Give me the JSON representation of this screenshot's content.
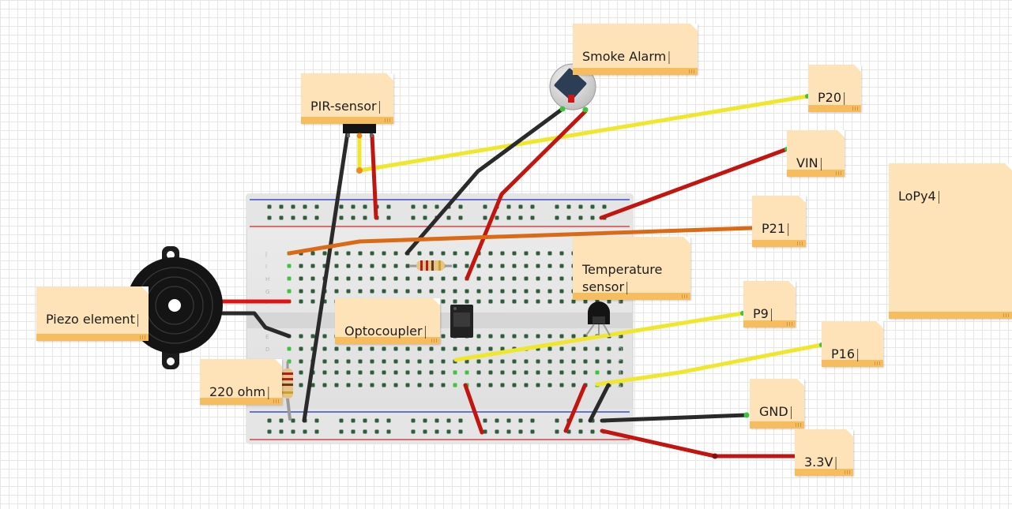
{
  "canvas": {
    "background": "#ffffff",
    "grid_color": "#e6e6e6"
  },
  "notes": {
    "smoke_alarm": "Smoke Alarm",
    "pir_sensor": "PIR-sensor",
    "p20": "P20",
    "vin": "VIN",
    "lopy4": "LoPy4",
    "p21": "P21",
    "temperature_sensor": "Temperature\nsensor",
    "piezo_element": "Piezo element",
    "optocoupler": "Optocoupler",
    "p9": "P9",
    "p16": "P16",
    "ohm_220": "220 ohm",
    "gnd": "GND",
    "v33": "3.3V"
  },
  "colors": {
    "note_fill": "#fde3b7",
    "note_band": "#f7bc5d",
    "wire_red": "#c3150f",
    "wire_black": "#2a2a2a",
    "wire_yellow": "#f0e62a",
    "wire_orange": "#dc6a14",
    "breadboard": "#e7e7e7",
    "rail_blue": "#3c4ec8",
    "rail_red": "#d24a4a",
    "hole": "#2f5c3a",
    "hole_active": "#3cc43c"
  },
  "icons": {
    "buzzer": "piezo-buzzer-icon",
    "pir": "pir-sensor-icon",
    "smoke": "smoke-alarm-icon",
    "ic": "optocoupler-chip-icon",
    "transistor": "temperature-sensor-icon",
    "resistor": "resistor-icon"
  }
}
